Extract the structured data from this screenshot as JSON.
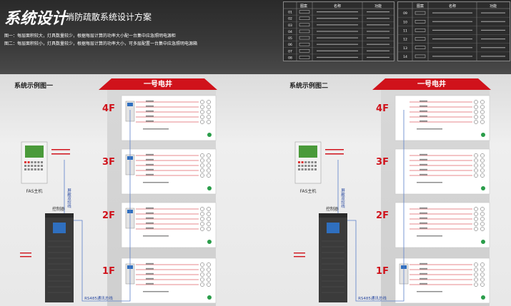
{
  "header": {
    "title": "系统设计",
    "subtitle": "消防疏散系统设计方案",
    "line1": "图一：每层面积较大，灯具数量较少，根据每层计算的功率大小配一台集中应急照明电源柜",
    "line2": "图二：每层面积较小，灯具数量较少，根据每层计算的功率大小，可多层配置一台集中应急照明电源箱"
  },
  "legend_left": {
    "headers": [
      "图案",
      "名称",
      "功能"
    ],
    "rows": [
      {
        "code": "01"
      },
      {
        "code": "02"
      },
      {
        "code": "03"
      },
      {
        "code": "04"
      },
      {
        "code": "05"
      },
      {
        "code": "06"
      },
      {
        "code": "07"
      },
      {
        "code": "08"
      }
    ]
  },
  "legend_right": {
    "headers": [
      "图案",
      "名称",
      "功能"
    ],
    "rows": [
      {
        "code": "09"
      },
      {
        "code": "10"
      },
      {
        "code": "11"
      },
      {
        "code": "12"
      },
      {
        "code": "13"
      },
      {
        "code": "14"
      }
    ]
  },
  "diagrams": [
    {
      "title": "系统示例图一",
      "shaft": "一号电井",
      "floors": [
        "4F",
        "3F",
        "2F",
        "1F"
      ],
      "fas_label": "FAS主机",
      "cabinet_label": "控制器",
      "vertical_label": "屏蔽双绞线",
      "bus_label": "RS485通讯总线"
    },
    {
      "title": "系统示例图二",
      "shaft": "一号电井",
      "floors": [
        "4F",
        "3F",
        "2F",
        "1F"
      ],
      "fas_label": "FAS主机",
      "cabinet_label": "控制器",
      "vertical_label": "屏蔽双绞线",
      "bus_label": "RS485通讯总线"
    }
  ],
  "colors": {
    "header_bg": "#2f2f2f",
    "accent_red": "#d0121b",
    "bus_blue": "#5b7fc9",
    "cabinet": "#3b3b3b",
    "screen_blue": "#2f6fbf",
    "lamp_green": "#2a9d4a"
  }
}
